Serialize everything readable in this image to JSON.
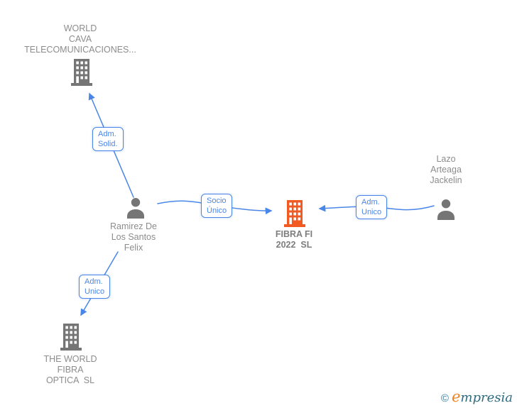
{
  "colors": {
    "edge_blue": "#4a86e8",
    "node_gray": "#757575",
    "text_gray": "#8c8c8c",
    "highlight_orange": "#f25a24",
    "logo_orange": "#f08221",
    "logo_teal": "#2d6b80"
  },
  "nodes": {
    "world_cava": {
      "type": "company",
      "lines": [
        "WORLD",
        "CAVA",
        "TELECOMUNICACIONES..."
      ]
    },
    "ramirez": {
      "type": "person",
      "lines": [
        "Ramirez De",
        "Los Santos",
        "Felix"
      ]
    },
    "the_world_fibra": {
      "type": "company",
      "lines": [
        "THE WORLD",
        "FIBRA",
        "OPTICA  SL"
      ]
    },
    "fibra_fi": {
      "type": "company",
      "highlighted": true,
      "lines": [
        "FIBRA FI",
        "2022  SL"
      ]
    },
    "lazo": {
      "type": "person",
      "lines": [
        "Lazo",
        "Arteaga",
        "Jackelin"
      ]
    }
  },
  "edges": [
    {
      "from": "ramirez",
      "to": "world_cava",
      "label": "Adm. Solid."
    },
    {
      "from": "ramirez",
      "to": "fibra_fi",
      "label": "Socio Único"
    },
    {
      "from": "ramirez",
      "to": "the_world_fibra",
      "label": "Adm. Unico"
    },
    {
      "from": "lazo",
      "to": "fibra_fi",
      "label": "Adm. Unico"
    }
  ],
  "edge_labels": {
    "adm_solid": {
      "lines": [
        "Adm.",
        "Solid."
      ]
    },
    "socio_unico": {
      "lines": [
        "Socio",
        "Único"
      ]
    },
    "adm_unico_left": {
      "lines": [
        "Adm.",
        "Unico"
      ]
    },
    "adm_unico_right": {
      "lines": [
        "Adm.",
        "Unico"
      ]
    }
  },
  "watermark": {
    "copyright_symbol": "©",
    "brand_lead": "e",
    "brand_rest": "mpresia"
  }
}
